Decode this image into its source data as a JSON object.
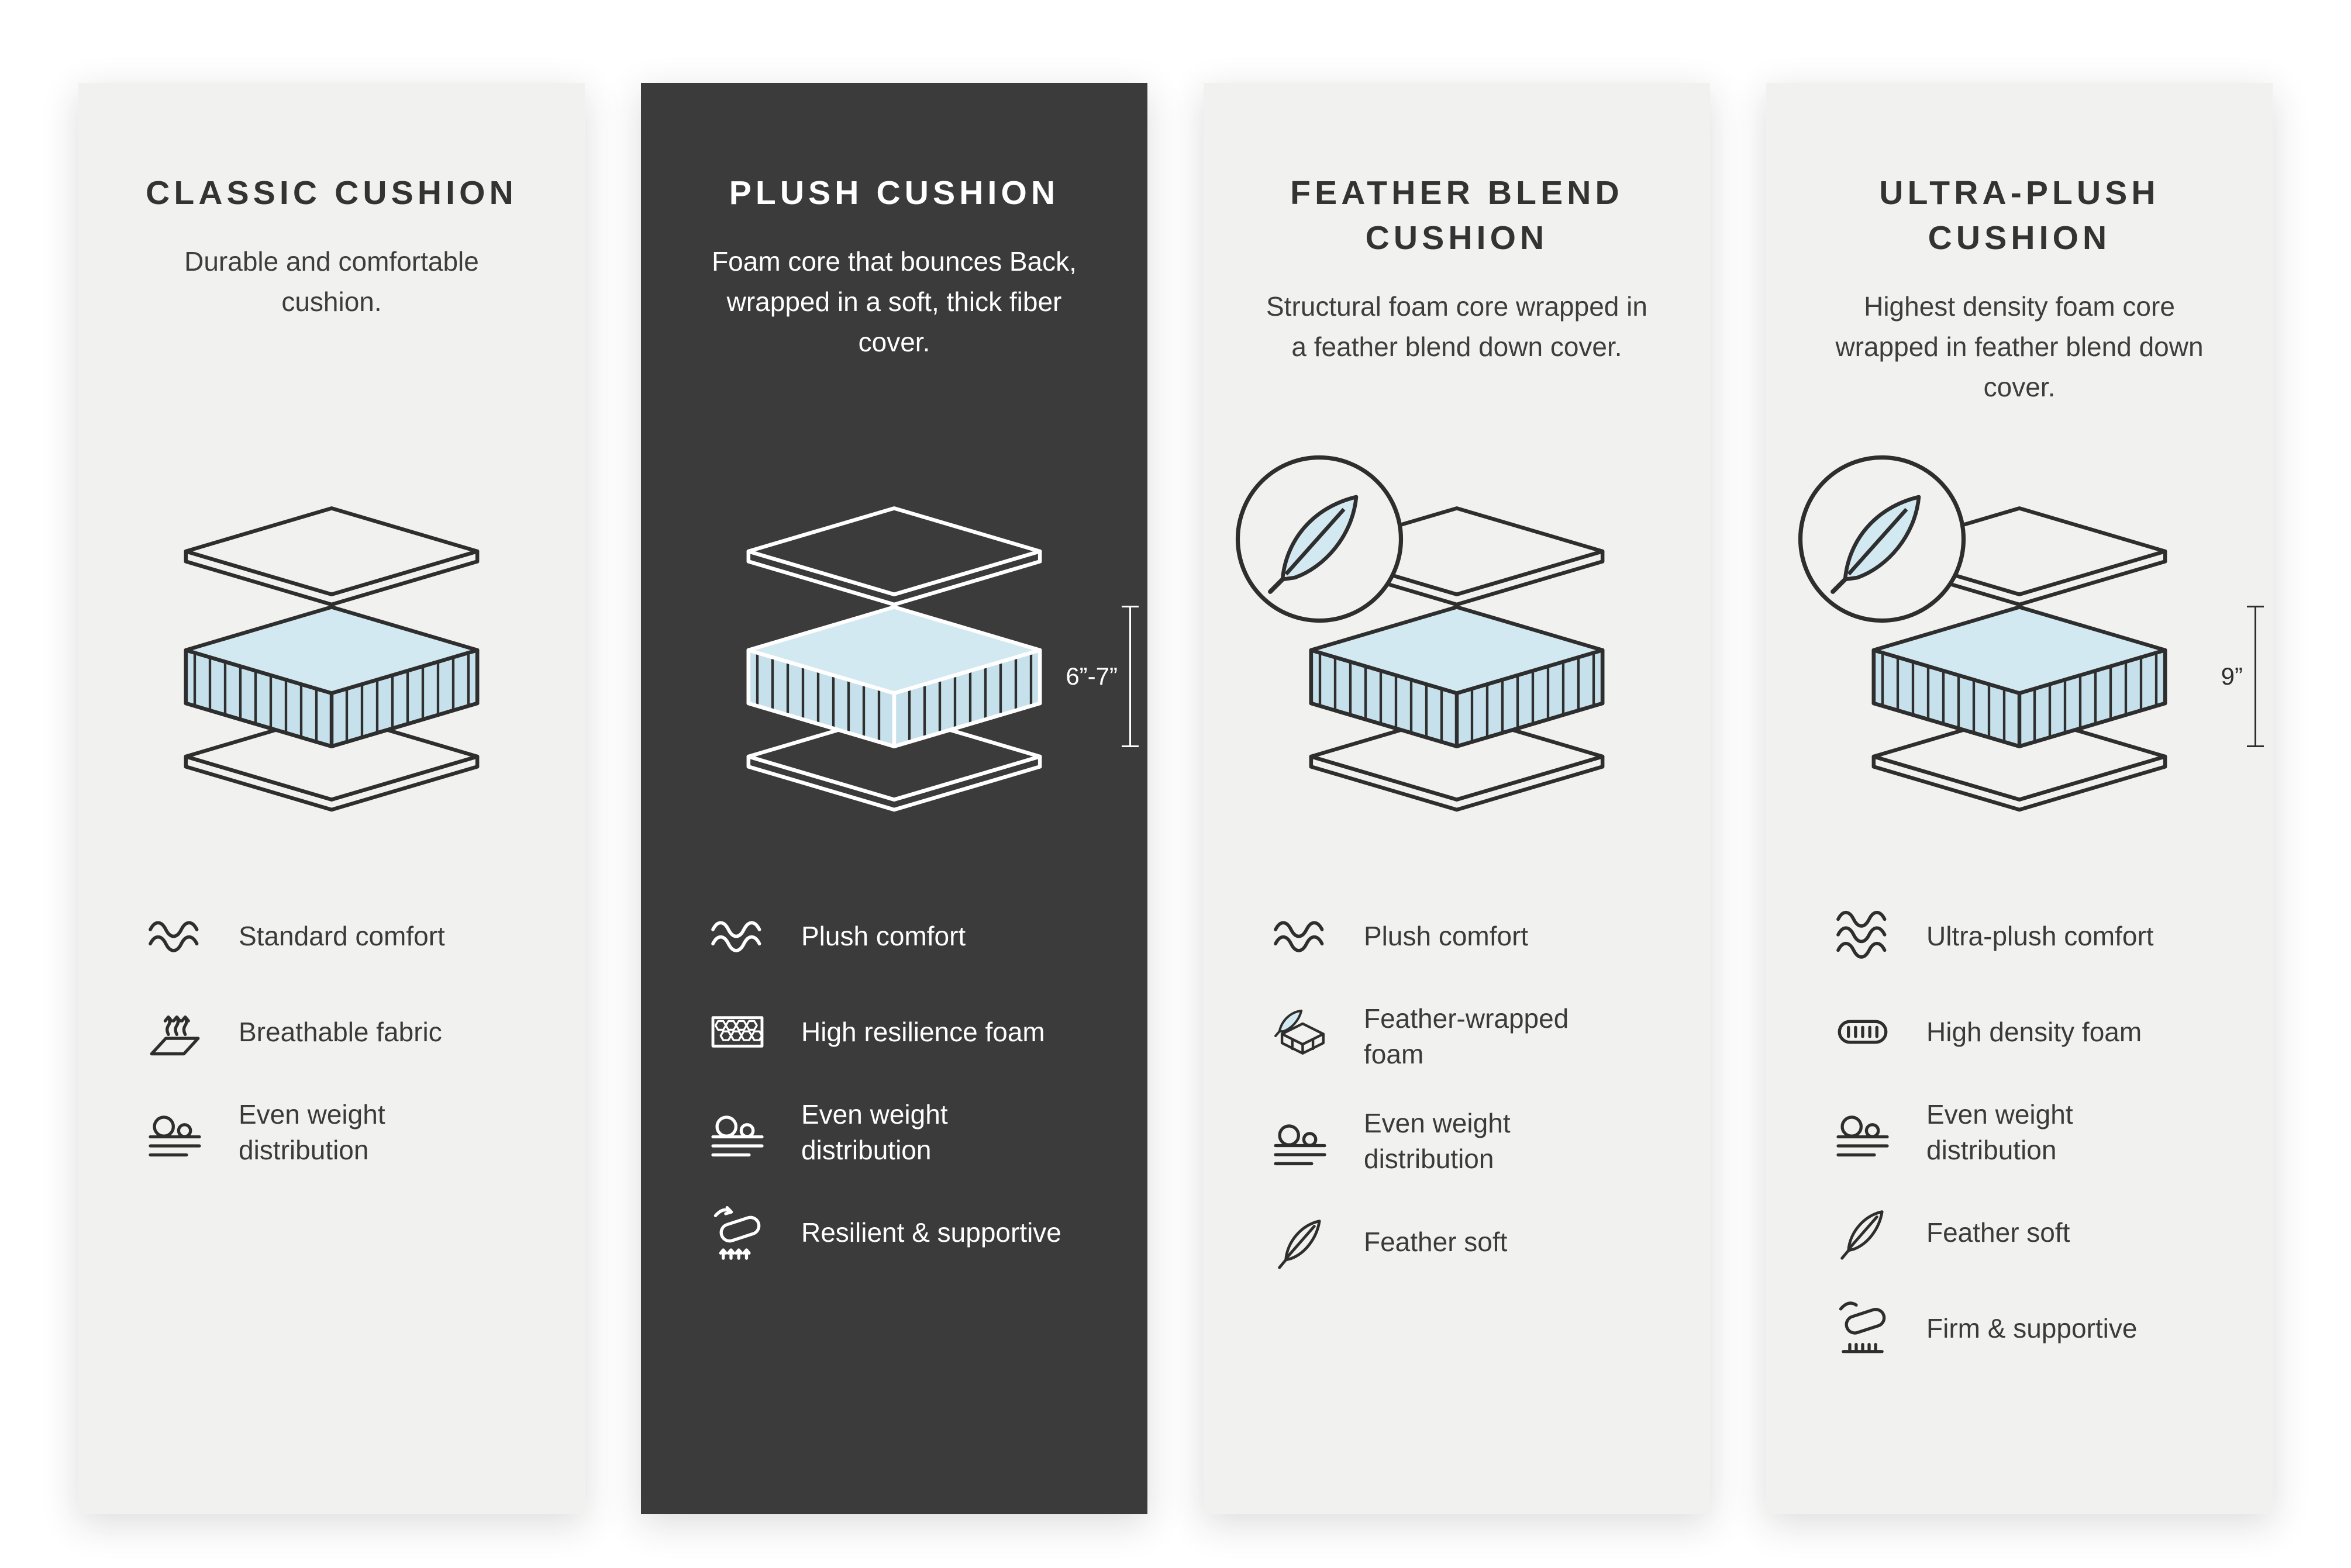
{
  "page": {
    "background": "#ffffff"
  },
  "colors": {
    "card_bg_light": "#f1f1ef",
    "card_bg_dark": "#3b3b3b",
    "foam_top": "#d3e9f2",
    "foam_side": "#c6e1eb",
    "outline": "#2e2e2e",
    "text_dark": "#333333",
    "text_light": "#ffffff"
  },
  "cards": [
    {
      "id": "classic-cushion",
      "theme": "light",
      "title": "CLASSIC CUSHION",
      "description": "Durable and comfortable cushion.",
      "badge": null,
      "measure": null,
      "features": [
        {
          "icon": "wave-icon",
          "label": "Standard comfort"
        },
        {
          "icon": "breathable-icon",
          "label": "Breathable fabric"
        },
        {
          "icon": "weight-distribution-icon",
          "label": "Even weight distribution"
        }
      ]
    },
    {
      "id": "plush-cushion",
      "theme": "dark",
      "title": "PLUSH CUSHION",
      "description": "Foam core that bounces Back, wrapped in a soft, thick fiber cover.",
      "badge": null,
      "measure": "6”-7”",
      "features": [
        {
          "icon": "wave-icon",
          "label": "Plush comfort"
        },
        {
          "icon": "honeycomb-foam-icon",
          "label": "High resilience foam"
        },
        {
          "icon": "weight-distribution-icon",
          "label": "Even weight distribution"
        },
        {
          "icon": "resilient-supportive-icon",
          "label": "Resilient & supportive"
        }
      ]
    },
    {
      "id": "feather-blend-cushion",
      "theme": "light",
      "title": "FEATHER BLEND CUSHION",
      "description": "Structural foam core wrapped in a feather blend down cover.",
      "badge": "feather",
      "measure": null,
      "features": [
        {
          "icon": "wave-icon",
          "label": "Plush comfort"
        },
        {
          "icon": "feather-wrapped-foam-icon",
          "label": "Feather-wrapped foam"
        },
        {
          "icon": "weight-distribution-icon",
          "label": "Even weight distribution"
        },
        {
          "icon": "feather-icon",
          "label": "Feather soft"
        }
      ]
    },
    {
      "id": "ultra-plush-cushion",
      "theme": "light",
      "title": "ULTRA-PLUSH CUSHION",
      "description": "Highest density foam core wrapped in feather blend down cover.",
      "badge": "feather",
      "measure": "9”",
      "features": [
        {
          "icon": "wave3-icon",
          "label": "Ultra-plush comfort"
        },
        {
          "icon": "high-density-foam-icon",
          "label": "High density foam"
        },
        {
          "icon": "weight-distribution-icon",
          "label": "Even weight distribution"
        },
        {
          "icon": "feather-icon",
          "label": "Feather soft"
        },
        {
          "icon": "firm-supportive-icon",
          "label": "Firm & supportive"
        }
      ]
    }
  ]
}
